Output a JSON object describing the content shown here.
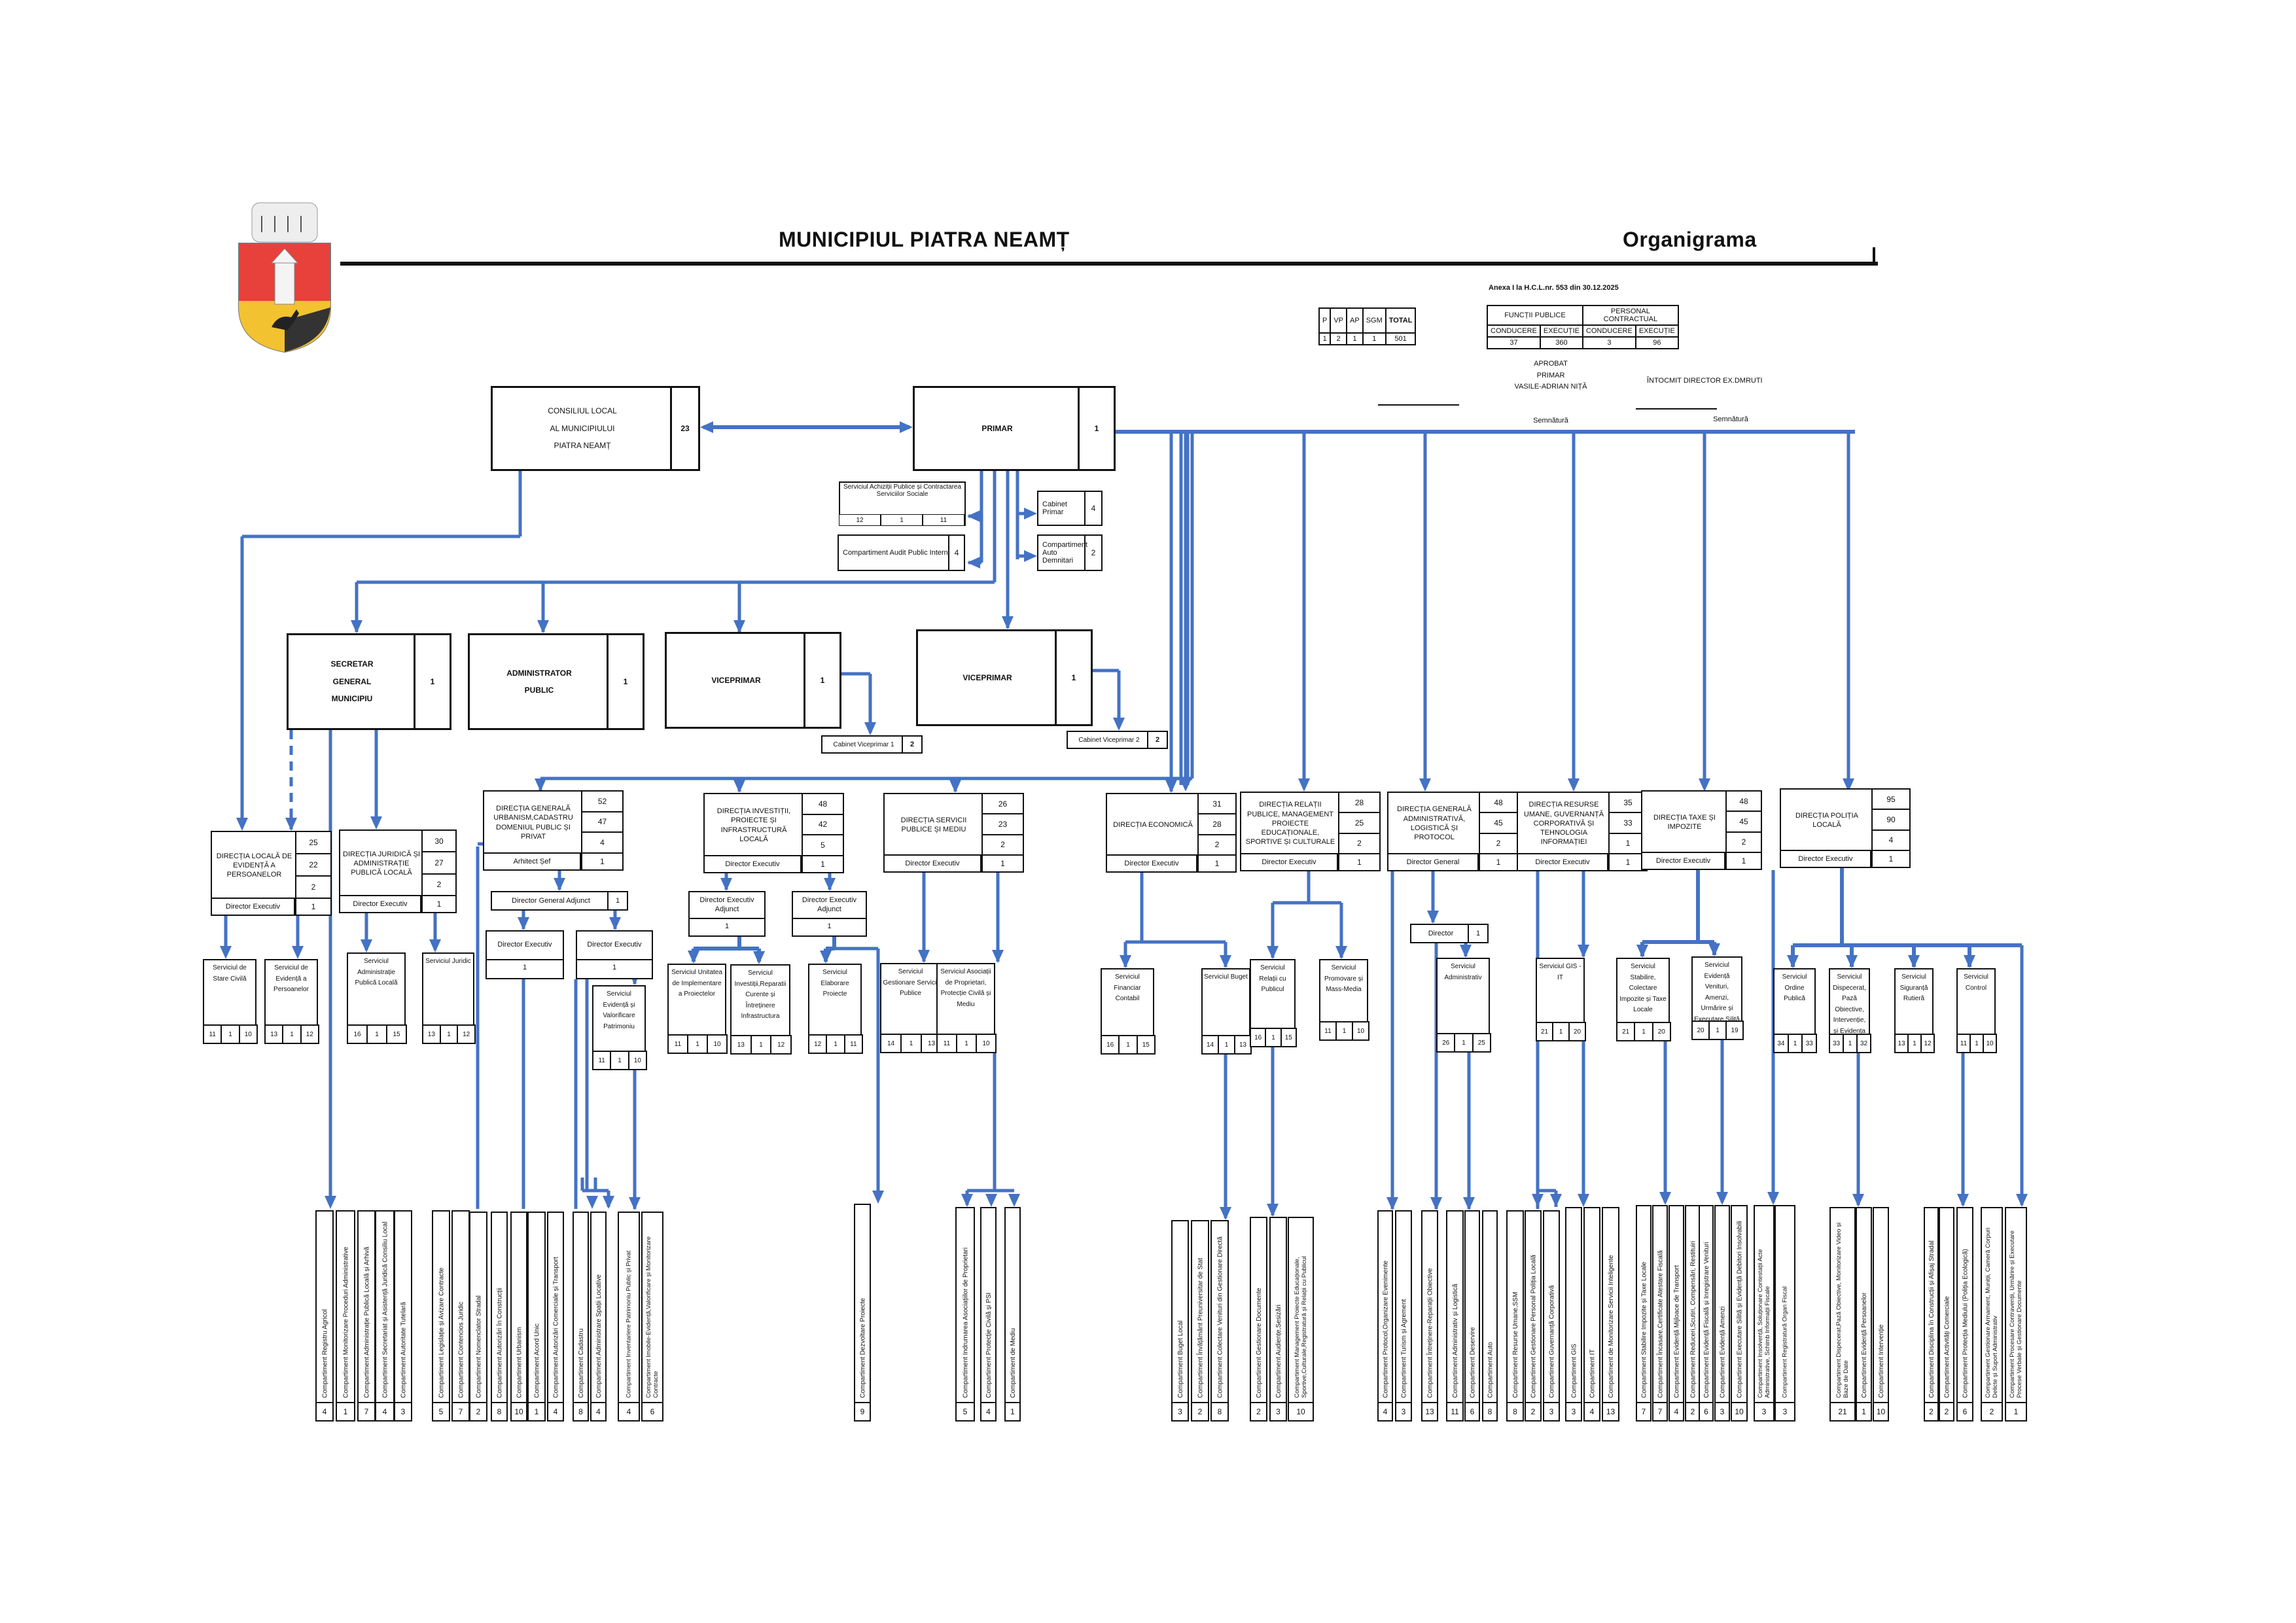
{
  "header": {
    "municipality": "MUNICIPIUL PIATRA NEAMȚ",
    "doc_title": "Organigrama",
    "annex": "Anexa I la  H.C.L.nr.  553   din 30.12.2025"
  },
  "summary_left": {
    "headers": [
      "P",
      "VP",
      "AP",
      "SGM",
      "TOTAL"
    ],
    "values": [
      "1",
      "2",
      "1",
      "1",
      "501"
    ]
  },
  "summary_right": {
    "group1": "FUNCȚII PUBLICE",
    "group2": "PERSONAL CONTRACTUAL",
    "headers": [
      "CONDUCERE",
      "EXECUȚIE",
      "CONDUCERE",
      "EXECUȚIE"
    ],
    "values": [
      "37",
      "360",
      "3",
      "96"
    ]
  },
  "approval": {
    "line1": "APROBAT",
    "line2": "PRIMAR",
    "line3": "VASILE-ADRIAN NIȚĂ",
    "sign1": "Semnătură",
    "prepared": "ÎNTOCMIT DIRECTOR EX.DMRUTI",
    "sign2": "Semnătură"
  },
  "top": {
    "council": {
      "l1": "CONSILIUL LOCAL",
      "l2": "AL MUNICIPIULUI",
      "l3": "PIATRA NEAMȚ",
      "count": "23"
    },
    "mayor": {
      "label": "PRIMAR",
      "count": "1"
    },
    "achizitii": {
      "label": "Serviciul Achiziții Publice și Contractarea Serviciilor Sociale",
      "n": [
        "12",
        "1",
        "11"
      ]
    },
    "audit": {
      "label": "Compartiment Audit Public Intern",
      "count": "4"
    },
    "cabinet": {
      "label": "Cabinet Primar",
      "count": "4"
    },
    "auto": {
      "label": "Compartiment  Auto Demnitari",
      "count": "2"
    }
  },
  "level2": [
    {
      "l1": "SECRETAR",
      "l2": "GENERAL",
      "l3": "MUNICIPIU",
      "count": "1"
    },
    {
      "l1": "ADMINISTRATOR",
      "l2": "PUBLIC",
      "l3": "",
      "count": "1"
    },
    {
      "l1": "VICEPRIMAR",
      "l2": "",
      "l3": "",
      "count": "1"
    },
    {
      "l1": "VICEPRIMAR",
      "l2": "",
      "l3": "",
      "count": "1"
    }
  ],
  "cabinets_vp": [
    {
      "label": "Cabinet Viceprimar 1",
      "count": "2"
    },
    {
      "label": "Cabinet Viceprimar 2",
      "count": "2"
    }
  ],
  "directions": [
    {
      "name": "DIRECȚIA LOCALĂ DE EVIDENȚĂ A PERSOANELOR",
      "n": [
        "25",
        "22",
        "2"
      ],
      "head": "Director Executiv",
      "head_n": "1"
    },
    {
      "name": "DIRECȚIA JURIDICĂ ȘI ADMINISTRAȚIE PUBLICĂ LOCALĂ",
      "n": [
        "30",
        "27",
        "2"
      ],
      "head": "Director Executiv",
      "head_n": "1"
    },
    {
      "name": "DIRECȚIA GENERALĂ URBANISM,CADASTRU DOMENIUL PUBLIC ȘI PRIVAT",
      "n": [
        "52",
        "47",
        "4"
      ],
      "head": "Arhitect Șef",
      "head_n": "1"
    },
    {
      "name": "DIRECȚIA INVESTIȚII, PROIECTE ȘI INFRASTRUCTURĂ LOCALĂ",
      "n": [
        "48",
        "42",
        "5"
      ],
      "head": "Director Executiv",
      "head_n": "1"
    },
    {
      "name": "DIRECȚIA SERVICII PUBLICE ȘI MEDIU",
      "n": [
        "26",
        "23",
        "2"
      ],
      "head": "Director Executiv",
      "head_n": "1"
    },
    {
      "name": "DIRECȚIA ECONOMICĂ",
      "n": [
        "31",
        "28",
        "2"
      ],
      "head": "Director Executiv",
      "head_n": "1"
    },
    {
      "name": "DIRECȚIA RELAȚII PUBLICE, MANAGEMENT PROIECTE EDUCAȚIONALE, SPORTIVE  ȘI CULTURALE",
      "n": [
        "28",
        "25",
        "2"
      ],
      "head": "Director Executiv",
      "head_n": "1"
    },
    {
      "name": "DIRECȚIA  GENERALĂ ADMINISTRATIVĂ, LOGISTICĂ  ȘI PROTOCOL",
      "n": [
        "48",
        "45",
        "2"
      ],
      "head": "Director General",
      "head_n": "1"
    },
    {
      "name": "DIRECȚIA RESURSE UMANE, GUVERNANȚĂ CORPORATIVĂ ȘI TEHNOLOGIA INFORMAȚIEI",
      "n": [
        "35",
        "33",
        "1"
      ],
      "head": "Director Executiv",
      "head_n": "1"
    },
    {
      "name": "DIRECȚIA TAXE ȘI IMPOZITE",
      "n": [
        "48",
        "45",
        "2"
      ],
      "head": "Director Executiv",
      "head_n": "1"
    },
    {
      "name": "DIRECȚIA POLIȚIA LOCALĂ",
      "n": [
        "95",
        "90",
        "4"
      ],
      "head": "Director Executiv",
      "head_n": "1"
    }
  ],
  "sub_heads": [
    {
      "label": "Director General Adjunct",
      "count": "1"
    },
    {
      "label": "Director Executiv",
      "count": "1"
    },
    {
      "label": "Director Executiv",
      "count": "1"
    },
    {
      "label": "Director Executiv Adjunct",
      "count": "1"
    },
    {
      "label": "Director Executiv Adjunct",
      "count": "1"
    },
    {
      "label": "Director",
      "count": "1"
    }
  ],
  "services": [
    {
      "label": "Serviciul de Stare Civilă",
      "n": [
        "11",
        "1",
        "10"
      ]
    },
    {
      "label": "Serviciul de Evidență a Persoanelor",
      "n": [
        "13",
        "1",
        "12"
      ]
    },
    {
      "label": "Serviciul Administrație Publică Locală",
      "n": [
        "16",
        "1",
        "15"
      ]
    },
    {
      "label": "Serviciul Juridic",
      "n": [
        "13",
        "1",
        "12"
      ]
    },
    {
      "label": "Serviciul Evidență și Valorificare Patrimoniu",
      "n": [
        "11",
        "1",
        "10"
      ]
    },
    {
      "label": "Serviciul Unitatea de Implementare a Proiectelor",
      "n": [
        "11",
        "1",
        "10"
      ]
    },
    {
      "label": "Serviciul Investiții,Reparatii Curente și Întreținere Infrastructura",
      "n": [
        "13",
        "1",
        "12"
      ]
    },
    {
      "label": "Serviciul Elaborare Proiecte",
      "n": [
        "12",
        "1",
        "11"
      ]
    },
    {
      "label": "Serviciul Gestionare Servicii Publice",
      "n": [
        "14",
        "1",
        "13"
      ]
    },
    {
      "label": "Serviciul Asociații de Proprietari, Protecție Civilă și Mediu",
      "n": [
        "11",
        "1",
        "10"
      ]
    },
    {
      "label": "Serviciul Financiar Contabil",
      "n": [
        "16",
        "1",
        "15"
      ]
    },
    {
      "label": "Serviciul Buget",
      "n": [
        "14",
        "1",
        "13"
      ]
    },
    {
      "label": "Serviciul Relații cu Publicul",
      "n": [
        "16",
        "1",
        "15"
      ]
    },
    {
      "label": "Serviciul Promovare și Mass-Media",
      "n": [
        "11",
        "1",
        "10"
      ]
    },
    {
      "label": "Serviciul Administrativ",
      "n": [
        "26",
        "1",
        "25"
      ]
    },
    {
      "label": "Serviciul GIS - IT",
      "n": [
        "21",
        "1",
        "20"
      ]
    },
    {
      "label": "Serviciul Stabilire, Colectare Impozite și Taxe Locale",
      "n": [
        "21",
        "1",
        "20"
      ]
    },
    {
      "label": "Serviciul Evidență Venituri, Amenzi, Urmărire și Executare Silită",
      "n": [
        "20",
        "1",
        "19"
      ]
    },
    {
      "label": "Serviciul Ordine Publică",
      "n": [
        "34",
        "1",
        "33"
      ]
    },
    {
      "label": "Serviciul Dispecerat, Pază Obiective, Intervenție, și Evidența Persoanelor",
      "n": [
        "33",
        "1",
        "32"
      ]
    },
    {
      "label": "Serviciul Siguranță Rutieră",
      "n": [
        "13",
        "1",
        "12"
      ]
    },
    {
      "label": "Serviciul Control",
      "n": [
        "11",
        "1",
        "10"
      ]
    }
  ],
  "compartments": [
    {
      "label": "Compartiment Registru Agricol",
      "count": "4"
    },
    {
      "label": "Compartiment Monitorizare Proceduri Administrative",
      "count": "1"
    },
    {
      "label": "Compartiment Administrație Publică Locală și Arhivă",
      "count": "7"
    },
    {
      "label": "Compartiment Secretariat și Asistență Juridică Consiliu Local",
      "count": "4"
    },
    {
      "label": "Compartiment Autoritate Tutelară",
      "count": "3"
    },
    {
      "label": "Compartiment Legislație și Avizare Contracte",
      "count": "5"
    },
    {
      "label": "Compartiment Contencios Juridic",
      "count": "7"
    },
    {
      "label": "Compartiment Nomenclator Stradal",
      "count": "2"
    },
    {
      "label": "Compartiment Autorizări în Construcții",
      "count": "8"
    },
    {
      "label": "Compartiment Urbanism",
      "count": "10"
    },
    {
      "label": "Compartiment Acord Unic",
      "count": "1"
    },
    {
      "label": "Compartiment Autorizări Comerciale și Transport",
      "count": "4"
    },
    {
      "label": "Compartiment Cadastru",
      "count": "8"
    },
    {
      "label": "Compartiment Administrare Spații Locative",
      "count": "4"
    },
    {
      "label": "Compartiment Inventariere Patrimoniu Public și Privat",
      "count": "4"
    },
    {
      "label": "Compartiment Imobile-Evidență,Valorificare și Monitorizare Contracte",
      "count": "6"
    },
    {
      "label": "Compartiment Dezvoltare Proiecte",
      "count": "9"
    },
    {
      "label": "Compartiment  Indrumarea Asociațiilor de Proprietari",
      "count": "5"
    },
    {
      "label": "Compartiment  Protecție Civilă și PSI",
      "count": "4"
    },
    {
      "label": "Compartiment  de Mediu",
      "count": "1"
    },
    {
      "label": "Compartiment Buget Local",
      "count": "3"
    },
    {
      "label": "Compartiment Învățământ Preuniversitar de Stat",
      "count": "2"
    },
    {
      "label": "Compartiment Colectare Venituri din Gestionare Directă",
      "count": "8"
    },
    {
      "label": "Compartiment Gestionare Documente",
      "count": "2"
    },
    {
      "label": "Compartiment Audiențe,Sesizări",
      "count": "3"
    },
    {
      "label": "Compartiment Management Proiecte Educaționale, Sportive,Culturale,Registratură și Relații cu Publicul",
      "count": "10"
    },
    {
      "label": "Compartiment Protocol,Organizare Evenimente",
      "count": "4"
    },
    {
      "label": "Compartiment Turism și Agrement",
      "count": "3"
    },
    {
      "label": "Compartiment Întreținere-Reparații Obiective",
      "count": "13"
    },
    {
      "label": "Compartiment Administrativ și Logistică",
      "count": "11"
    },
    {
      "label": "Compartiment Deservire",
      "count": "6"
    },
    {
      "label": "Compartiment Auto",
      "count": "8"
    },
    {
      "label": "Compartiment Resurse Umane,SSM",
      "count": "8"
    },
    {
      "label": "Compartiment Gestionare Personal Poliția Locală",
      "count": "2"
    },
    {
      "label": "Compartiment Guvernanță Corporativă",
      "count": "3"
    },
    {
      "label": "Compartiment GIS",
      "count": "3"
    },
    {
      "label": "Compartiment IT",
      "count": "4"
    },
    {
      "label": "Compartiment de Monitorizare Servicii Inteligente",
      "count": "13"
    },
    {
      "label": "Compartiment Stabilire Impozite și Taxe Locale",
      "count": "7"
    },
    {
      "label": "Compartiment Încasare,Certificate Atestare Fiscală",
      "count": "7"
    },
    {
      "label": "Compartiment Evidență Mijloace de Transport",
      "count": "4"
    },
    {
      "label": "Compartiment Reduceri,Scutiri, Compensări, Restituiri",
      "count": "2"
    },
    {
      "label": "Compartiment Evidență Fiscală și Inregistrare Venituri",
      "count": "6"
    },
    {
      "label": "Compartiment Evidență Amenzi",
      "count": "3"
    },
    {
      "label": "Compartiment Executare Silită și Evidență Debitori Insolvabili",
      "count": "10"
    },
    {
      "label": "Compartiment Insolvență, Soluționare Contestații Acte Administrative, Schimb Informații Fiscale",
      "count": "3"
    },
    {
      "label": "Compartiment Registratură Organ Fiscal",
      "count": "3"
    },
    {
      "label": "Compartiment Dispecerat,Pază Obiective, Monitorizare Video și Baze de Date",
      "count": "21"
    },
    {
      "label": "Compartiment Evidență Persoanelor",
      "count": "1"
    },
    {
      "label": "Compartiment Intervenție",
      "count": "10"
    },
    {
      "label": "Compartiment Disciplina în Construcții și Afișaj Stradal",
      "count": "2"
    },
    {
      "label": "Compartiment Activități Comerciale",
      "count": "2"
    },
    {
      "label": "Compartiment Protecția Mediului (Poliția Ecologică)",
      "count": "6"
    },
    {
      "label": "Compartiment Gestionare Armament, Muniții, Cameră Corpuri Delicte și Suport Administrativ",
      "count": "2"
    },
    {
      "label": "Compartiment Procesare Contravenții, Urmărire și Executare Procese Verbale și Gestionare Documente",
      "count": "1"
    }
  ],
  "colors": {
    "connector": "#4472c4",
    "border": "#111111",
    "crest_red": "#e8403a",
    "crest_yellow": "#f2c230"
  }
}
